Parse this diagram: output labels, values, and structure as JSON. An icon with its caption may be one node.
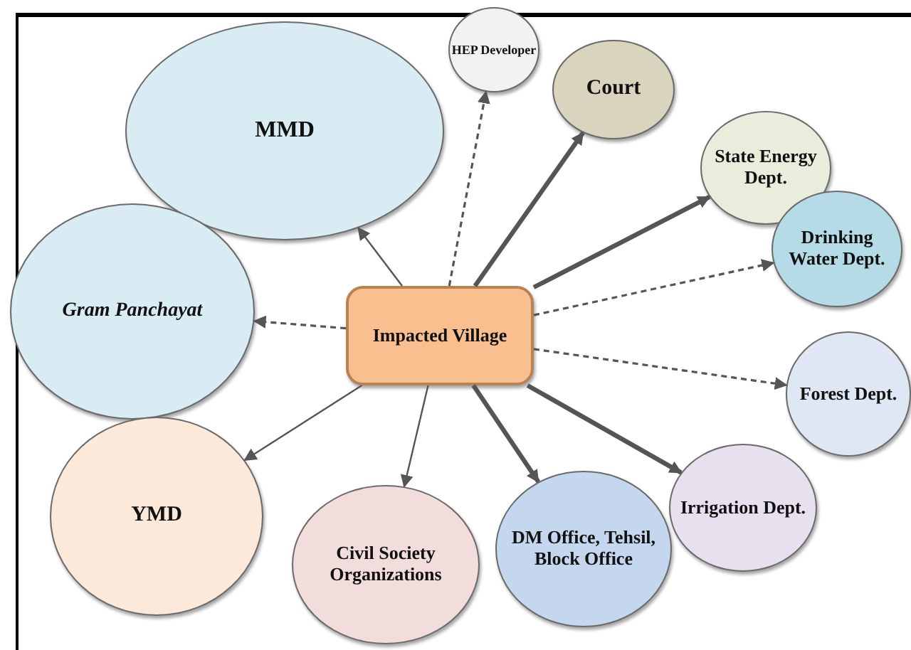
{
  "diagram": {
    "nodes": [
      {
        "text": [
          "MMD"
        ]
      },
      {
        "text": [
          "HEP Developer"
        ]
      },
      {
        "text": [
          "Court"
        ]
      },
      {
        "text": [
          "State Energy Dept."
        ]
      },
      {
        "text": [
          "Drinking Water Dept."
        ]
      },
      {
        "text": [
          "Gram Panchayat"
        ]
      },
      {
        "text": [
          "Impacted Village"
        ]
      },
      {
        "text": [
          "Forest Dept."
        ]
      },
      {
        "text": [
          "Irrigation Dept."
        ]
      },
      {
        "text": [
          "YMD"
        ]
      },
      {
        "text": [
          "Civil Society Organizations"
        ]
      },
      {
        "text": [
          "DM Office, Tehsil, Block Office"
        ]
      }
    ],
    "edges": [
      {
        "from": 6,
        "to": 0,
        "arrow": "to"
      },
      {
        "from": 6,
        "to": 1,
        "arrow": "to",
        "style": "dashed"
      },
      {
        "from": 6,
        "to": 2,
        "arrow": "to",
        "style": "thick"
      },
      {
        "from": 6,
        "to": 3,
        "arrow": "to",
        "style": "thick"
      },
      {
        "from": 6,
        "to": 4,
        "arrow": "to",
        "style": "dashed"
      },
      {
        "from": 6,
        "to": 5,
        "arrow": "to",
        "style": "dashed"
      },
      {
        "from": 6,
        "to": 7,
        "arrow": "to",
        "style": "dashed"
      },
      {
        "from": 6,
        "to": 8,
        "arrow": "to",
        "style": "thick"
      },
      {
        "from": 6,
        "to": 9,
        "arrow": "to"
      },
      {
        "from": 6,
        "to": 10,
        "arrow": "to"
      },
      {
        "from": 6,
        "to": 11,
        "arrow": "to",
        "style": "thick"
      }
    ]
  }
}
